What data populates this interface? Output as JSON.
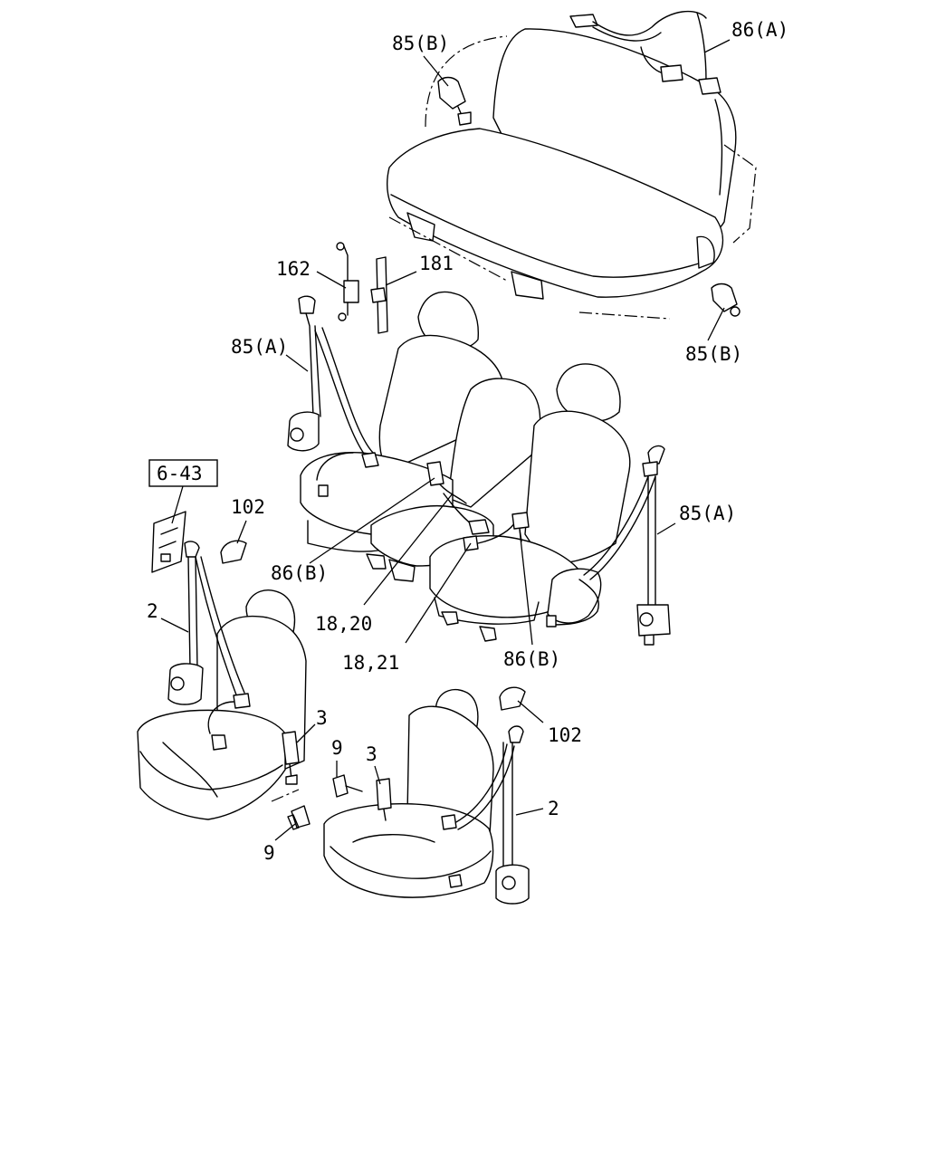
{
  "colors": {
    "line": "#000000",
    "background": "#ffffff"
  },
  "callouts": {
    "c85b_top": "85(B)",
    "c86a_top": "86(A)",
    "c162": "162",
    "c181": "181",
    "c85a_left": "85(A)",
    "c85b_right": "85(B)",
    "c643": "6-43",
    "c102_left": "102",
    "c86b_mid": "86(B)",
    "c1820": "18,20",
    "c1821": "18,21",
    "c86b_right": "86(B)",
    "c85a_right": "85(A)",
    "c2_left": "2",
    "c3_left": "3",
    "c9_mid": "9",
    "c3_mid": "3",
    "c102_right": "102",
    "c2_right": "2",
    "c9_low": "9"
  }
}
